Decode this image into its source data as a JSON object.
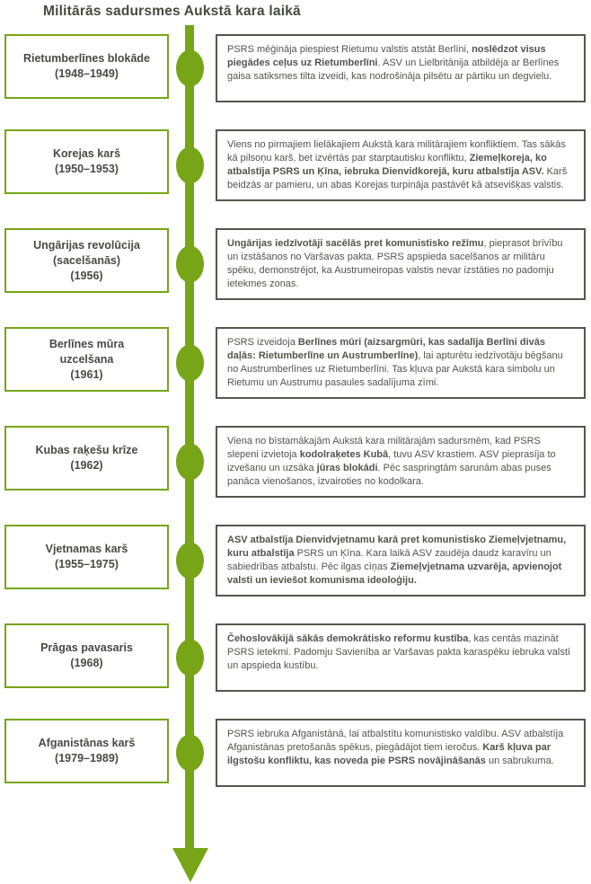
{
  "title": "Militārās sadursmes Aukstā kara laikā",
  "colors": {
    "accent_green": "#76A617",
    "desc_border_gray": "#55564E",
    "text_gray": "#53544C",
    "title_color": "#474B3E"
  },
  "timeline": {
    "events": [
      {
        "name": "Rietumberlīnes blokāde",
        "date": "(1948–1949)",
        "description": [
          {
            "text": "PSRS mēģināja piespiest Rietumu valstis atstāt Berlīni, ",
            "bold": false
          },
          {
            "text": "noslēdzot visus piegādes ceļus uz Rietumberlīni",
            "bold": true
          },
          {
            "text": ". ASV un Lielbritānija atbildēja ar Berlīnes gaisa satiksmes tilta izveidi, kas nodrošināja pilsētu ar pārtiku un degvielu.",
            "bold": false
          }
        ]
      },
      {
        "name": "Korejas karš",
        "date": "(1950–1953)",
        "description": [
          {
            "text": "Viens no pirmajiem lielākajiem Aukstā kara militārajiem konfliktiem. Tas sākās kā pilsoņu karš, bet izvērtās par starptautisku konfliktu, ",
            "bold": false
          },
          {
            "text": "Ziemeļkoreja, ko atbalstīja PSRS un Ķīna, iebruka Dienvidkorejā, kuru atbalstīja ASV.",
            "bold": true
          },
          {
            "text": " Karš beidzās ar pamieru, un abas Korejas turpināja pastāvēt kā atsevišķas valstis.",
            "bold": false
          }
        ]
      },
      {
        "name": "Ungārijas revolūcija (sacelšanās)",
        "date": "(1956)",
        "description": [
          {
            "text": "Ungārijas iedzīvotāji sacēlās pret komunistisko režīmu",
            "bold": true
          },
          {
            "text": ", pieprasot brīvību un izstāšanos no Varšavas pakta. PSRS apspieda sacelšanos ar militāru spēku, demonstrējot, ka Austrumeiropas valstis nevar izstāties no padomju ietekmes zonas.",
            "bold": false
          }
        ]
      },
      {
        "name": "Berlīnes mūra uzcelšana",
        "date": "(1961)",
        "description": [
          {
            "text": "PSRS izveidoja ",
            "bold": false
          },
          {
            "text": "Berlīnes mūri (aizsargmūri, kas sadalīja Berlīni divās daļās: Rietumberlīne un Austrumberlīne)",
            "bold": true
          },
          {
            "text": ", lai apturētu iedzīvotāju bēgšanu no Austrumberlīnes uz Rietumberlīni. Tas kļuva par Aukstā kara simbolu un Rietumu un Austrumu pasaules sadalījuma zīmi.",
            "bold": false
          }
        ]
      },
      {
        "name": "Kubas raķešu krīze",
        "date": "(1962)",
        "description": [
          {
            "text": "Viena no bīstamākajām Aukstā kara militārajām sadursmēm, kad PSRS slepeni izvietoja ",
            "bold": false
          },
          {
            "text": "kodolraķetes Kubā",
            "bold": true
          },
          {
            "text": ", tuvu ASV krastiem. ASV pieprasīja to izvešanu un uzsāka ",
            "bold": false
          },
          {
            "text": "jūras blokādi",
            "bold": true
          },
          {
            "text": ". Pēc saspringtām sarunām abas puses panāca vienošanos, izvairoties no kodolkara.",
            "bold": false
          }
        ]
      },
      {
        "name": "Vjetnamas karš",
        "date": "(1955–1975)",
        "description": [
          {
            "text": "ASV atbalstīja Dienvidvjetnamu karā pret komunistisko Ziemeļvjetnamu, kuru atbalstīja",
            "bold": true
          },
          {
            "text": " PSRS un Ķīna. Kara laikā ASV zaudēja daudz karavīru un sabiedrības atbalstu. Pēc ilgas cīņas ",
            "bold": false
          },
          {
            "text": "Ziemeļvjetnama uzvarēja, apvienojot valsti un ieviešot komunisma ideoloģiju.",
            "bold": true
          }
        ]
      },
      {
        "name": "Prāgas pavasaris",
        "date": "(1968)",
        "description": [
          {
            "text": "Čehoslovākijā sākās demokrātisko reformu kustība",
            "bold": true
          },
          {
            "text": ", kas centās mazināt PSRS ietekmi. Padomju Savienība ar Varšavas pakta karaspēku iebruka valstī un apspieda kustību.",
            "bold": false
          }
        ]
      },
      {
        "name": "Afganistānas karš",
        "date": "(1979–1989)",
        "description": [
          {
            "text": "PSRS iebruka Afganistānā, lai atbalstītu komunistisko valdību. ASV atbalstīja Afganistānas pretošanās spēkus, piegādājot tiem ieročus. ",
            "bold": false
          },
          {
            "text": "Karš kļuva par ilgstošu konfliktu, kas noveda pie PSRS novājināšanās",
            "bold": true
          },
          {
            "text": " un sabrukuma.",
            "bold": false
          }
        ]
      }
    ]
  }
}
